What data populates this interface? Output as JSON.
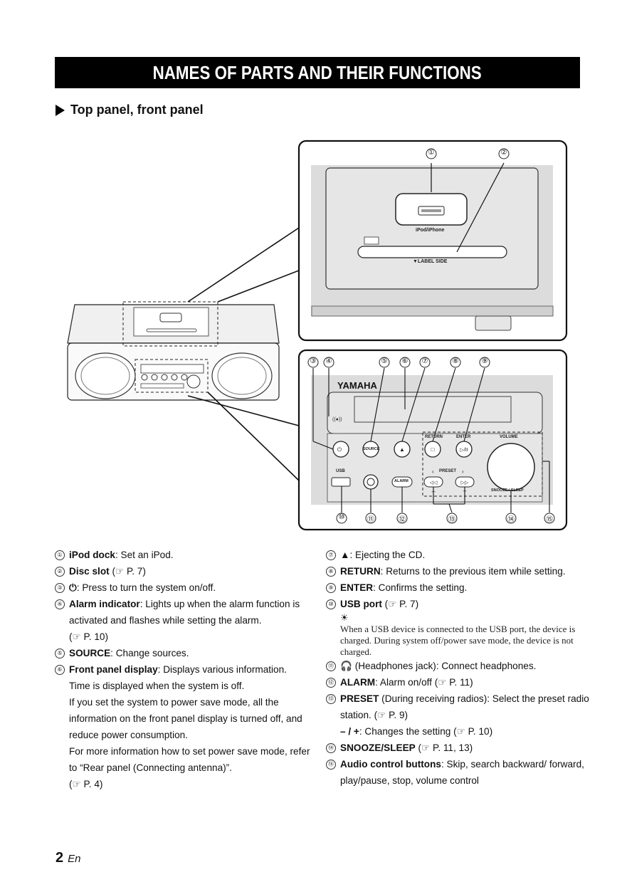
{
  "page": {
    "title": "NAMES OF PARTS AND THEIR FUNCTIONS",
    "section": "Top panel, front panel",
    "page_number": "2",
    "language": "En"
  },
  "diagram": {
    "callouts_top": [
      "①",
      "②"
    ],
    "callouts_front_top": [
      "③",
      "④",
      "⑤",
      "⑥",
      "⑦",
      "⑧",
      "⑨"
    ],
    "callouts_front_bottom": [
      "⑩",
      "⑪",
      "⑫",
      "⑬",
      "⑭",
      "⑮"
    ],
    "dock_label": "iPod/iPhone",
    "label_side": "▼LABEL SIDE",
    "brand": "YAMAHA",
    "btn_source": "SOURCE",
    "btn_return": "RETURN",
    "btn_enter": "ENTER",
    "volume": "VOLUME",
    "usb": "USB",
    "alarm": "ALARM",
    "preset": "PRESET",
    "snooze_sleep": "SNOOZE / SLEEP"
  },
  "items_left": [
    {
      "n": "①",
      "bold": "iPod dock",
      "text": ": Set an iPod."
    },
    {
      "n": "②",
      "bold": "Disc slot",
      "text": " (☞ P. 7)"
    },
    {
      "n": "③",
      "bold": "⏻",
      "text": ": Press to turn the system on/off."
    },
    {
      "n": "④",
      "bold": "Alarm indicator",
      "text": ": Lights up when the alarm function is activated and flashes while setting the alarm.",
      "extra": "(☞ P. 10)"
    },
    {
      "n": "⑤",
      "bold": "SOURCE",
      "text": ": Change sources."
    },
    {
      "n": "⑥",
      "bold": "Front panel display",
      "text": ": Displays various information.",
      "lines": [
        "Time is displayed when the system is off.",
        "If you set the system to power save mode, all the information on the front panel display is turned off, and reduce power consumption.",
        "For more information how to set power save mode, refer to  “Rear panel (Connecting antenna)”.",
        "(☞ P. 4)"
      ]
    }
  ],
  "items_right": [
    {
      "n": "⑦",
      "bold": "▲",
      "text": ": Ejecting the CD."
    },
    {
      "n": "⑧",
      "bold": "RETURN",
      "text": ": Returns to the previous item while setting."
    },
    {
      "n": "⑨",
      "bold": "ENTER",
      "text": ": Confirms the setting."
    },
    {
      "n": "⑩",
      "bold": "USB port",
      "text": " (☞ P. 7)"
    },
    {
      "note_icon": "☀",
      "note": "When a USB device is connected to the USB port, the device is charged. During system off/power save mode, the device is not charged."
    },
    {
      "n": "⑪",
      "bold": "🎧",
      "text": " (Headphones jack): Connect headphones."
    },
    {
      "n": "⑫",
      "bold": "ALARM",
      "text": ": Alarm on/off (☞ P. 11)"
    },
    {
      "n": "⑬",
      "bold": "PRESET",
      "text": " (During receiving radios): Select the preset radio station. (☞ P. 9)",
      "sub_bold": "– / +",
      "sub_text": ": Changes the setting (☞ P. 10)"
    },
    {
      "n": "⑭",
      "bold": "SNOOZE/SLEEP",
      "text": " (☞ P. 11, 13)"
    },
    {
      "n": "⑮",
      "bold": "Audio control buttons",
      "text": ": Skip, search backward/ forward, play/pause, stop, volume control"
    }
  ]
}
